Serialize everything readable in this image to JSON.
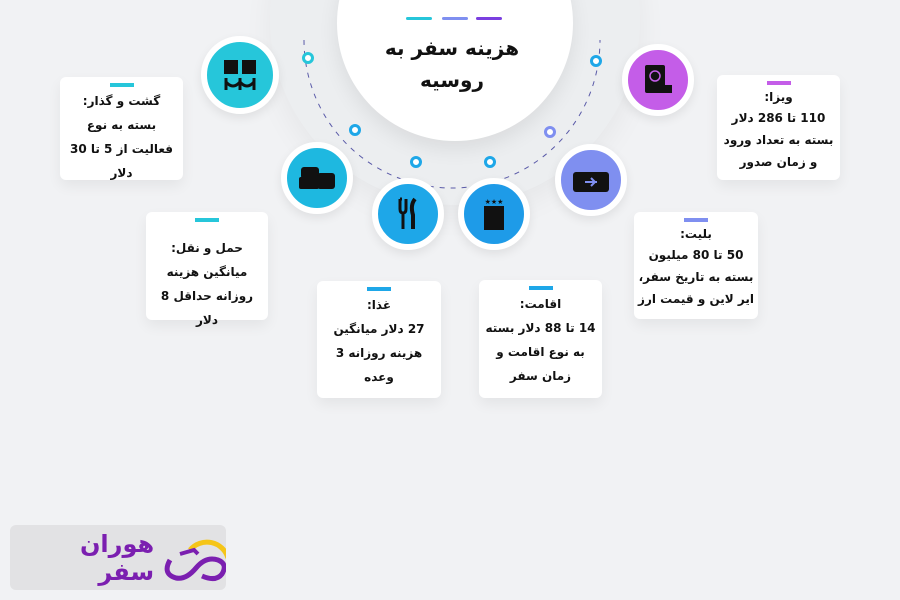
{
  "title": "هزینه سفر به روسیه",
  "colors": {
    "teal": "#26c6da",
    "cyan": "#1ea7e8",
    "periwinkle": "#7f8ff0",
    "purple": "#c45de8",
    "logo_purple": "#7b1fb0",
    "logo_sun": "#f5c518"
  },
  "cards": [
    {
      "heading": "گشت و گذار:",
      "body": "بسته به نوع فعالیت از 5 تا 30 دلار",
      "icon": "attraction-icon"
    },
    {
      "heading": "حمل و نقل:",
      "body": "میانگین هزینه روزانه حداقل 8 دلار",
      "icon": "cars-icon"
    },
    {
      "heading": "غذا:",
      "body": "27 دلار میانگین هزینه روزانه 3 وعده",
      "icon": "fork-knife-icon"
    },
    {
      "heading": "اقامت:",
      "body": "14 تا 88 دلار بسته به نوع اقامت و زمان سفر",
      "icon": "hotel-icon"
    },
    {
      "heading": "بلیت:",
      "body": "50 تا 80 میلیون بسته به تاریخ سفر، ایر لاین و قیمت ارز",
      "icon": "plane-ticket-icon"
    },
    {
      "heading": "ویزا:",
      "body": "110 تا 286 دلار بسته به تعداد ورود و  زمان صدور",
      "icon": "passport-icon"
    }
  ],
  "logo": {
    "text": "هوران سفر"
  }
}
